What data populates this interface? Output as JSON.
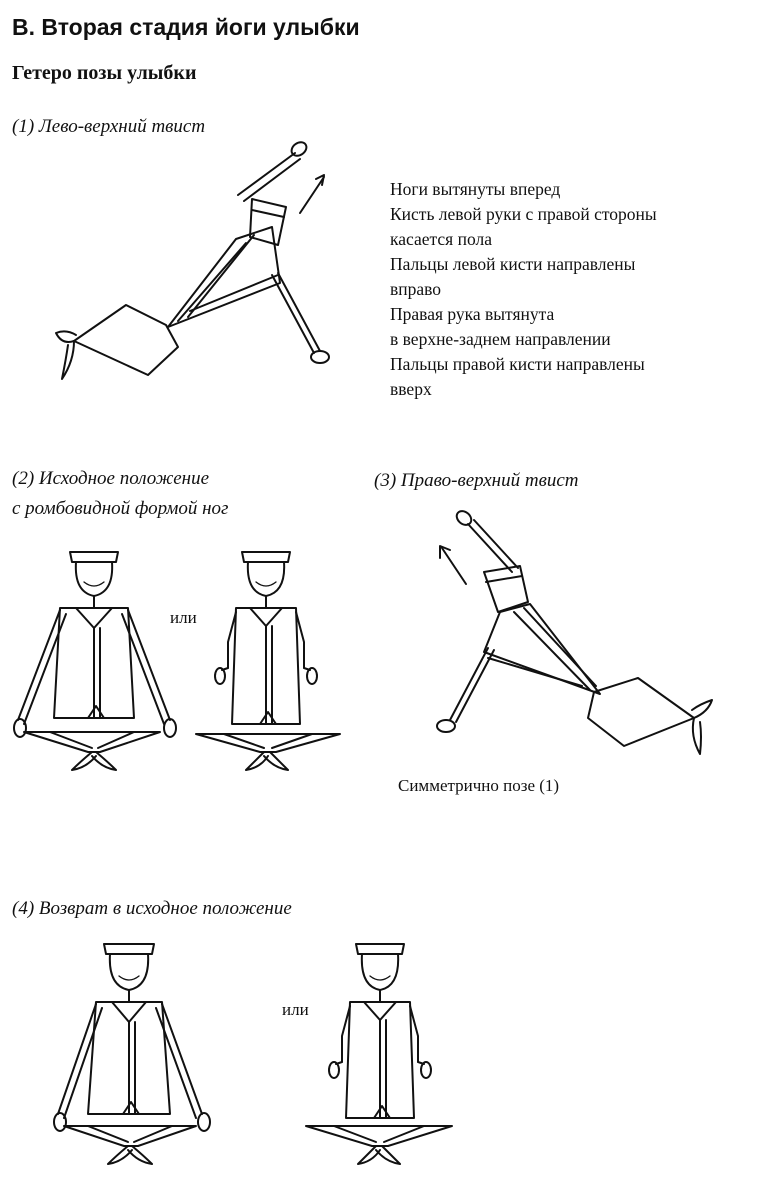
{
  "heading": "B. Вторая стадия йоги улыбки",
  "subheading": "Гетеро позы улыбки",
  "pose1": {
    "caption": "(1) Лево-верхний твист",
    "notes": [
      "Ноги вытянуты вперед",
      "Кисть левой руки с правой стороны",
      "касается пола",
      "Пальцы левой кисти направлены",
      "вправо",
      "Правая рука вытянута",
      "в верхне-заднем направлении",
      "Пальцы правой кисти направлены",
      "вверх"
    ]
  },
  "pose2": {
    "caption_line1": "(2) Исходное положение",
    "caption_line2": "с ромбовидной формой ног",
    "or_label": "или"
  },
  "pose3": {
    "caption": "(3) Право-верхний твист",
    "note": "Симметрично позе (1)"
  },
  "pose4": {
    "caption": "(4) Возврат в исходное положение",
    "or_label": "или"
  }
}
